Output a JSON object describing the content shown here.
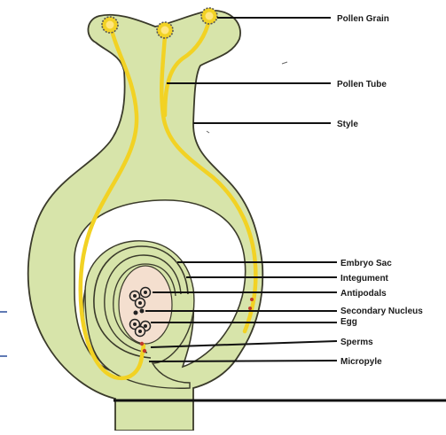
{
  "diagram": {
    "labels": {
      "pollen_grain": "Pollen Grain",
      "pollen_tube": "Pollen Tube",
      "style": "Style",
      "embryo_sac": "Embryo Sac",
      "integument": "Integument",
      "antipodals": "Antipodals",
      "secondary_nucleus": "Secondary Nucleus",
      "egg": "Egg",
      "sperms": "Sperms",
      "micropyle": "Micropyle"
    },
    "colors": {
      "pistil_fill": "#d7e4aa",
      "outline": "#3a3a2a",
      "pollen_tube": "#f2d224",
      "embryo_sac_fill": "#f4dfcf",
      "nuclei": "#222222",
      "leader_line": "#111111"
    }
  }
}
